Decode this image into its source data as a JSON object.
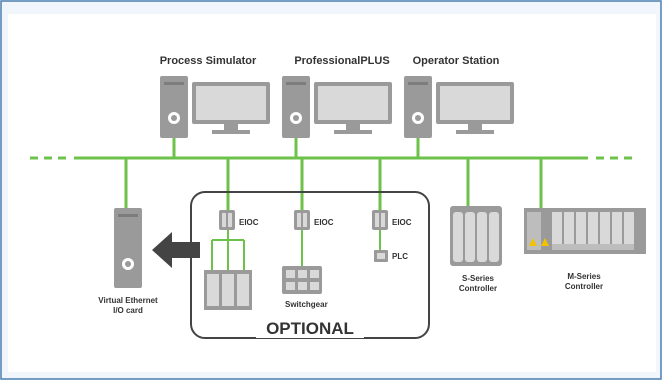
{
  "colors": {
    "frame_bg": "#f0f6fb",
    "frame_border": "#4a7fb0",
    "network": "#6cc24a",
    "device": "#9a9a9a",
    "device_dark": "#7d7d7d",
    "screen": "#d9d9d9",
    "text": "#333333",
    "arrow": "#444444",
    "warning": "#f2c200"
  },
  "workstations": [
    {
      "label": "Process Simulator"
    },
    {
      "label": "ProfessionalPLUS"
    },
    {
      "label": "Operator Station"
    }
  ],
  "eioc_label": "EIOC",
  "plc_label": "PLC",
  "switchgear_label": "Switchgear",
  "optional_label": "OPTIONAL",
  "virtual_card": {
    "line1": "Virtual Ethernet",
    "line2": "I/O card"
  },
  "s_series": {
    "line1": "S-Series",
    "line2": "Controller"
  },
  "m_series": {
    "line1": "M-Series",
    "line2": "Controller"
  }
}
